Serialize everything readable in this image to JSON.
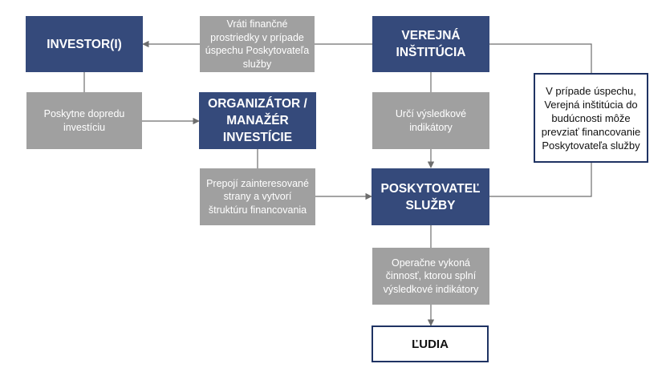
{
  "nodes": {
    "investor": "INVESTOR(I)",
    "verejna_institucia": "VEREJNÁ\nINŠTITÚCIA",
    "organizator": "ORGANIZÁTOR /\nMANAŽÉR\nINVESTÍCIE",
    "poskytovatel": "POSKYTOVATEĽ\nSLUŽBY",
    "ludia": "ĽUDIA"
  },
  "steps": {
    "vrati": "Vráti finančné\nprostriedky v prípade\núspechu Poskytovateľa\nslužby",
    "poskytne": "Poskytne dopredu\ninvestíciu",
    "urci": "Určí výsledkové\nindikátory",
    "prepoji": "Prepojí zainteresované\nstrany a vytvorí\nštruktúru financovania",
    "operacne": "Operačne vykoná\nčinnosť, ktorou splní\nvýsledkové indikátory"
  },
  "note": "V prípade úspechu,\nVerejná inštitúcia do\nbudúcnosti môže\nprevziať financovanie\nPoskytovateľa služby",
  "colors": {
    "actor_fill": "#354a7b",
    "step_fill": "#a0a0a0",
    "outline": "#1f3363",
    "connector": "#6e6e6e"
  }
}
